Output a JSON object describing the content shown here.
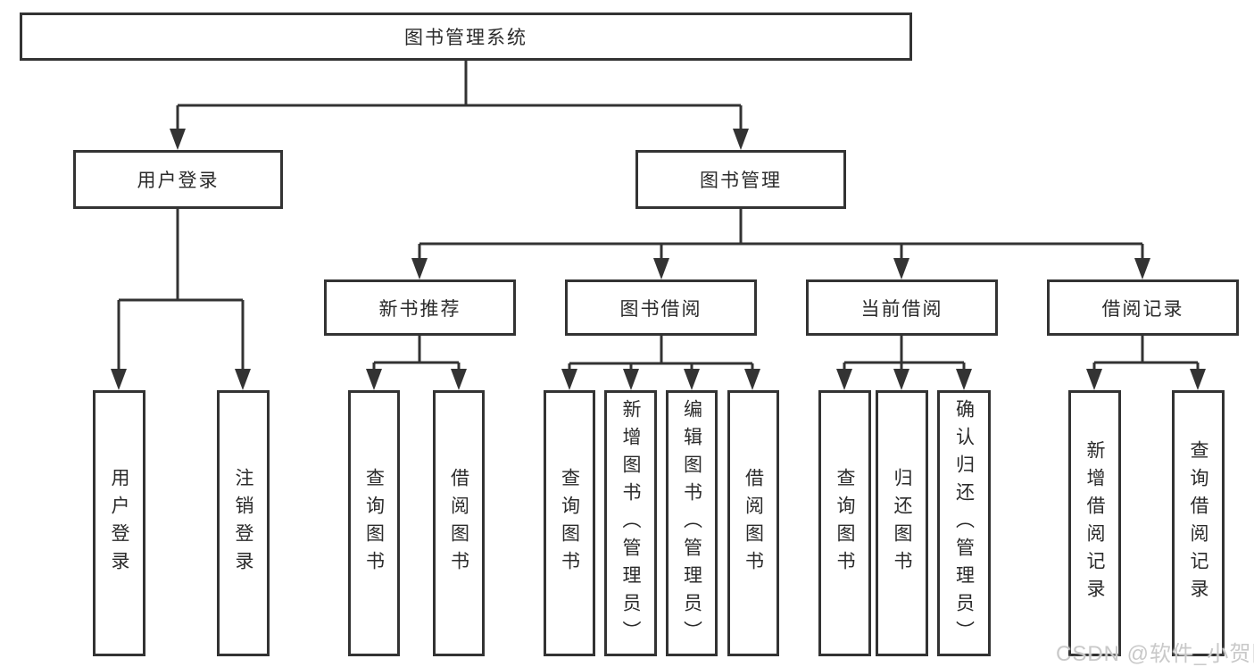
{
  "diagram": {
    "root_label": "图书管理系统",
    "level2": [
      {
        "label": "用户登录"
      },
      {
        "label": "图书管理"
      }
    ],
    "level3": [
      {
        "label": "新书推荐"
      },
      {
        "label": "图书借阅"
      },
      {
        "label": "当前借阅"
      },
      {
        "label": "借阅记录"
      }
    ],
    "leaves": [
      {
        "label": "用户登录"
      },
      {
        "label": "注销登录"
      },
      {
        "label": "查询图书"
      },
      {
        "label": "借阅图书"
      },
      {
        "label": "查询图书"
      },
      {
        "label": "新增图书（管理员）"
      },
      {
        "label": "编辑图书（管理员）"
      },
      {
        "label": "借阅图书"
      },
      {
        "label": "查询图书"
      },
      {
        "label": "归还图书"
      },
      {
        "label": "确认归还（管理员）"
      },
      {
        "label": "新增借阅记录"
      },
      {
        "label": "查询借阅记录"
      }
    ],
    "watermark": "CSDN @软件_小贺同学"
  },
  "colors": {
    "line": "#333333",
    "text": "#2b2b2b",
    "box_background": "#ffffff",
    "watermark": "#c9c9c9"
  }
}
